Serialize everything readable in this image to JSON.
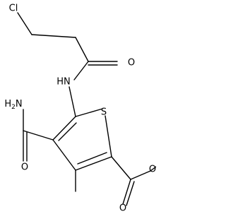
{
  "molecule": {
    "atom_labels": {
      "cl": "Cl",
      "o_amide_chain": "O",
      "nh": "HN",
      "h2n_h": "H",
      "h2n_sub": "2",
      "h2n_n": "N",
      "s": "S",
      "o_carboxamide": "O",
      "o_ester": "O",
      "o_carbonyl": "O"
    }
  }
}
